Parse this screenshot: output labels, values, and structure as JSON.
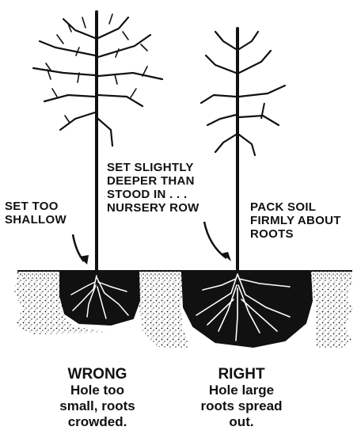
{
  "labels": {
    "set_too_shallow": "SET TOO\nSHALLOW",
    "set_slightly_deeper": "SET SLIGHTLY\nDEEPER THAN\nSTOOD IN . . .\nNURSERY ROW",
    "pack_soil": "PACK SOIL\nFIRMLY ABOUT\nROOTS"
  },
  "captions": {
    "wrong": {
      "heading": "WRONG",
      "text": "Hole too\nsmall, roots\ncrowded."
    },
    "right": {
      "heading": "RIGHT",
      "text": "Hole large\nroots spread\nout."
    }
  },
  "colors": {
    "ink": "#111111",
    "paper": "#ffffff"
  }
}
